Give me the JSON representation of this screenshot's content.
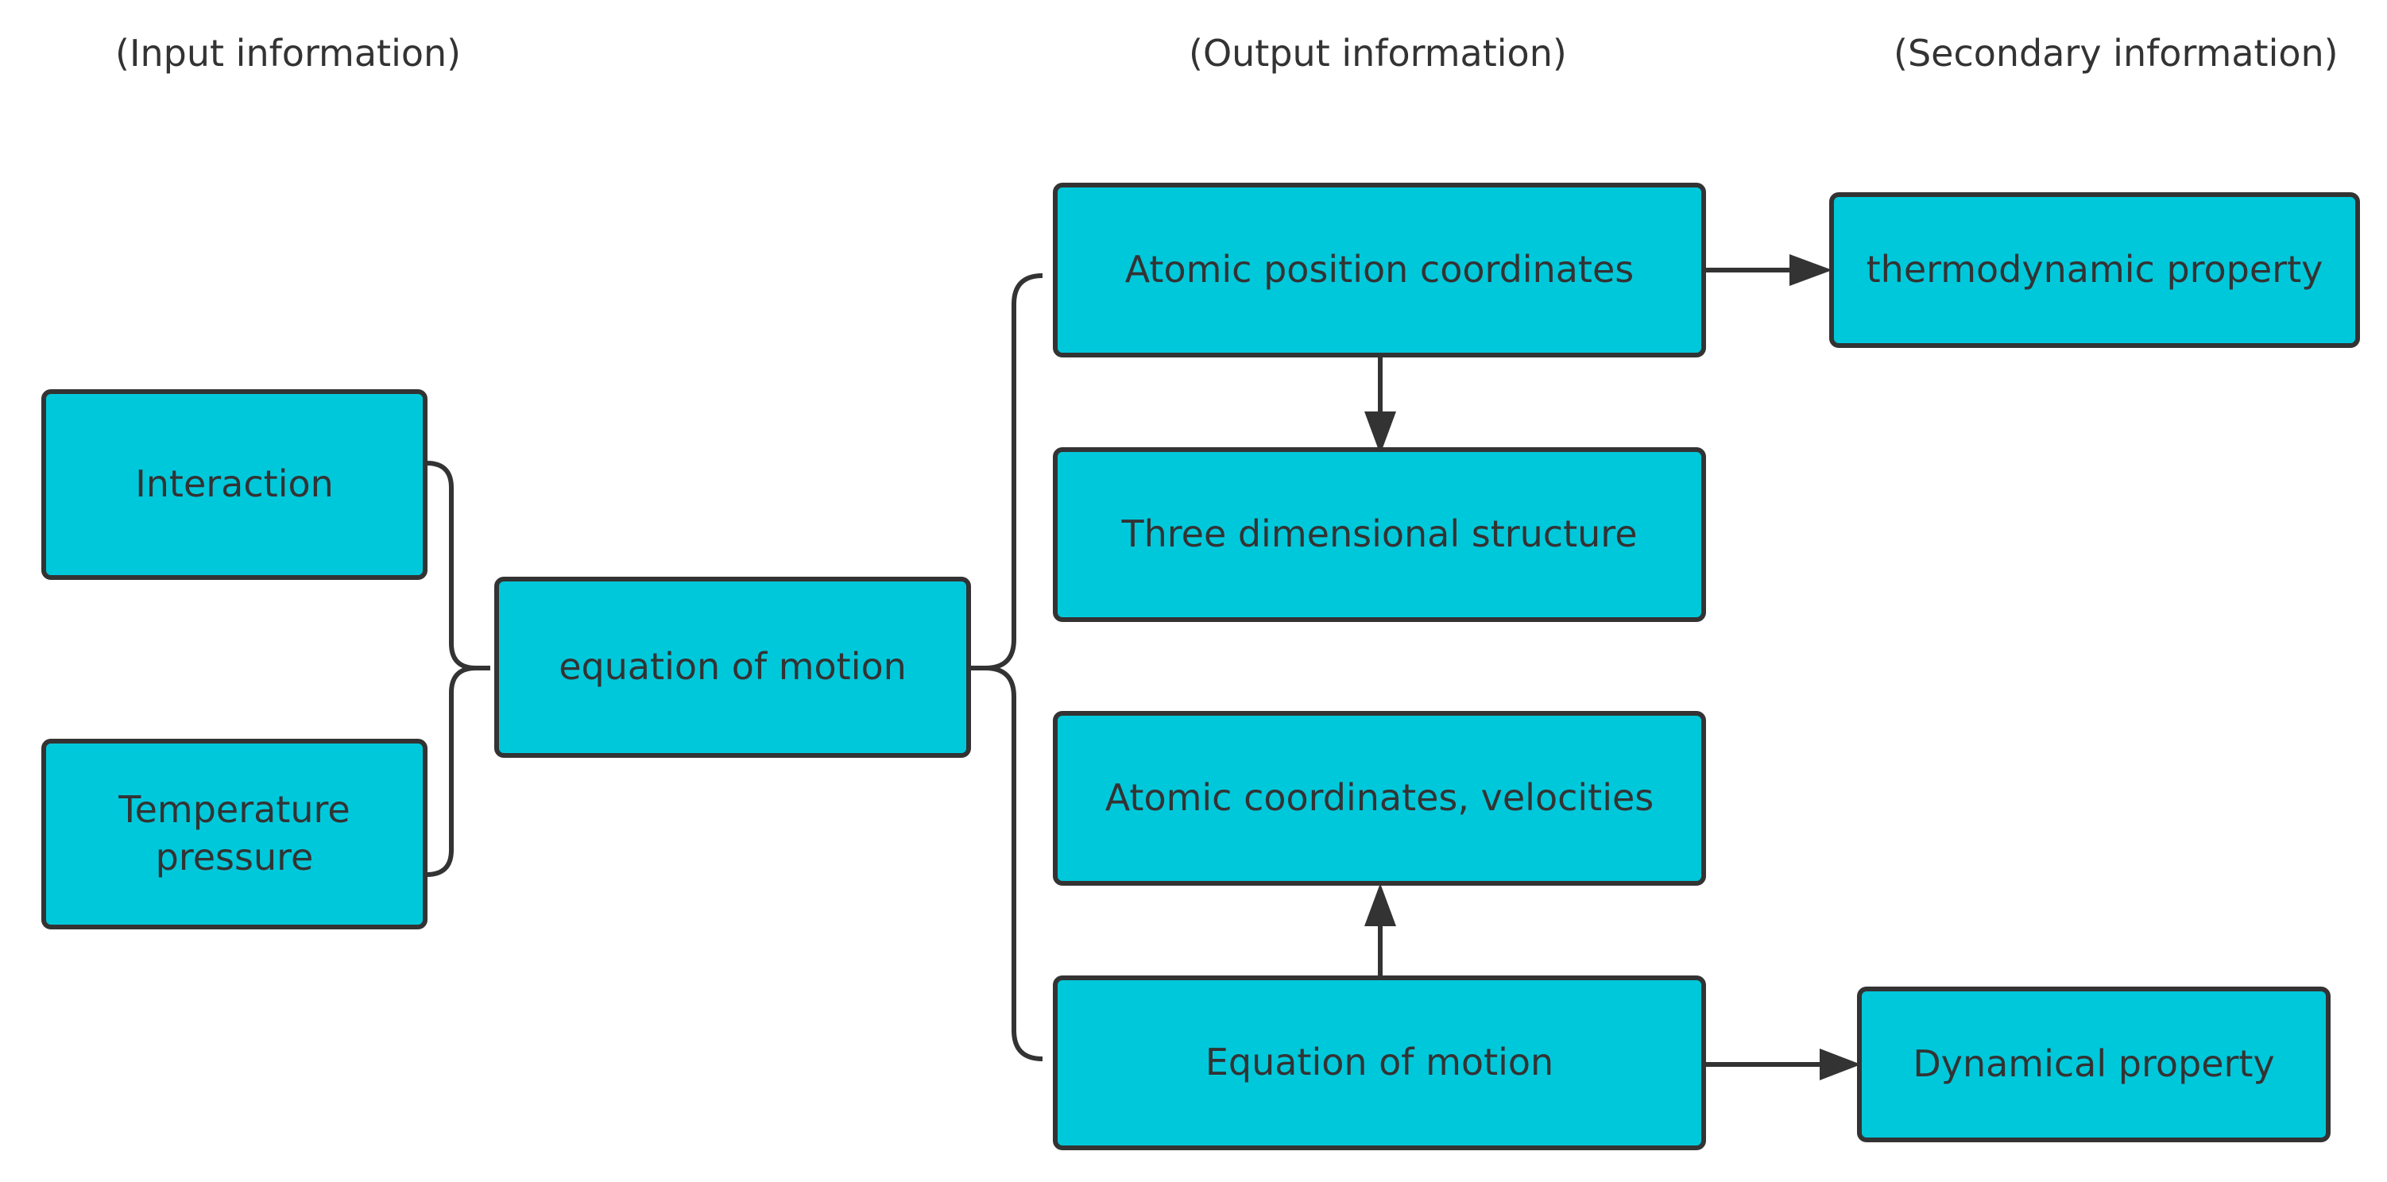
{
  "headers": {
    "input": "(Input information)",
    "output": "(Output information)",
    "secondary": "(Secondary information)"
  },
  "nodes": {
    "interaction": "Interaction",
    "temperature_pressure": [
      "Temperature",
      "pressure"
    ],
    "equation_of_motion_center": "equation of motion",
    "atomic_position_coordinates": "Atomic position coordinates",
    "three_dimensional_structure": "Three dimensional structure",
    "atomic_coordinates_velocities": "Atomic coordinates, velocities",
    "equation_of_motion_output": "Equation of motion",
    "thermodynamic_property": "thermodynamic property",
    "dynamical_property": "Dynamical property"
  },
  "colors": {
    "box_fill": "#00C8DB",
    "stroke": "#333333",
    "text": "#333333"
  }
}
